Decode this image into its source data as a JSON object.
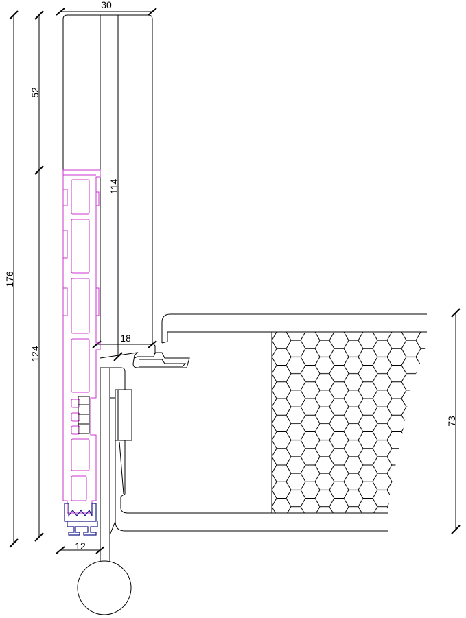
{
  "dimensions": {
    "top_width": "30",
    "upper_height": "52",
    "total_height": "176",
    "lower_height": "124",
    "inner_height": "114",
    "offset_width": "18",
    "bottom_width": "12",
    "right_height": "73"
  },
  "colors": {
    "line": "#000000",
    "profile": "#cc33cc",
    "seal": "#1a1a8c"
  }
}
